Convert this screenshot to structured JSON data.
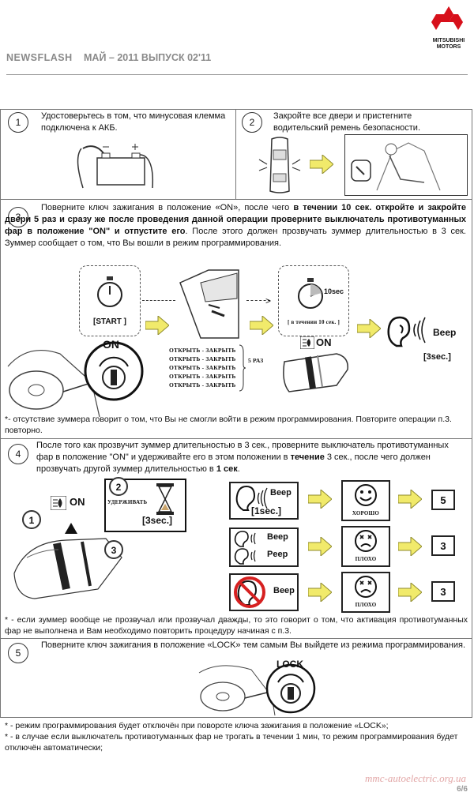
{
  "header": {
    "title": "NEWSFLASH",
    "issue": "МАЙ – 2011 ВЫПУСК 02'11",
    "brand_line1": "MITSUBISHI",
    "brand_line2": "MOTORS"
  },
  "colors": {
    "arrow": "#f1ea6b",
    "arrow_stroke": "#8e8a2d",
    "logo_red": "#d7101b",
    "forbid_red": "#d62020"
  },
  "steps": [
    {
      "num": "1",
      "text": "Удостоверьтесь в том, что минусовая клемма подключена к АКБ."
    },
    {
      "num": "2",
      "text": "Закройте все двери и пристегните водительский ремень безопасности."
    },
    {
      "num": "3",
      "t1": "Поверните ключ зажигания в положение «ON», после чего ",
      "b1": "в течении 10 сек. откройте и закройте двери 5 раз и сразу же после проведения данной операции проверните выключатель противотуманных фар в положение \"ON\" и отпустите его",
      "t2": ". После этого должен прозвучать зуммер длительностью в 3 сек. Зуммер сообщает о том, что Вы вошли в режим программирования."
    },
    {
      "num": "4",
      "t1": "После того как прозвучит зуммер длительностью в 3 сек., проверните выключатель противотуманных фар в положение \"ON\" и удерживайте его в этом положении в ",
      "b1": "течение",
      "t2": " 3 сек., после чего должен прозвучать другой зуммер длительностью в ",
      "b2": "1 сек",
      "t3": "."
    },
    {
      "num": "5",
      "text": "Поверните ключ зажигания в положение «LOCK» тем самым Вы выйдете из режима программирования."
    }
  ],
  "step3_figure": {
    "start": "[START ]",
    "on": "ON",
    "open_close": "ОТКРЫТЬ - ЗАКРЫТЬ",
    "times": "5 РАЗ",
    "ten_sec": "10sec",
    "within_10": "[ в течении 10 сек. ]",
    "on2": "ON",
    "beep": "Beep",
    "three_sec": "[3sec.]"
  },
  "step3_note": "*- отсутствие зуммера говорит о том, что Вы не смогли войти в режим программирования. Повторите операции п.3. повторно.",
  "step4_figure": {
    "on": "ON",
    "hold": "УДЕРЖИВАТЬ",
    "three_sec": "[3sec.]",
    "callout1": "1",
    "callout2": "2",
    "callout3": "3",
    "row1": {
      "beep": "Beep",
      "dur": "[1sec.]",
      "result": "ХОРОШО",
      "num": "5"
    },
    "row2": {
      "beep1": "Beep",
      "beep2": "Peep",
      "result": "ПЛОХО",
      "num": "3"
    },
    "row3": {
      "beep": "Beep",
      "result": "ПЛОХО",
      "num": "3"
    }
  },
  "step4_note": "* - если зуммер вообще не прозвучал или прозвучал дважды, то это говорит о том, что активация противотуманных фар не выполнена и Вам необходимо повторить процедуру начиная с п.3.",
  "step5_figure": {
    "lock": "LOCK"
  },
  "final_notes": [
    "* - режим программирования будет отключён при повороте ключа зажигания в положение «LOCK»;",
    "* - в случае если выключатель противотуманных фар не трогать в течении 1 мин, то режим программирования будет отключён автоматически;"
  ],
  "footer": {
    "url": "mmc-autoelectric.org.ua",
    "page": "6/6"
  }
}
